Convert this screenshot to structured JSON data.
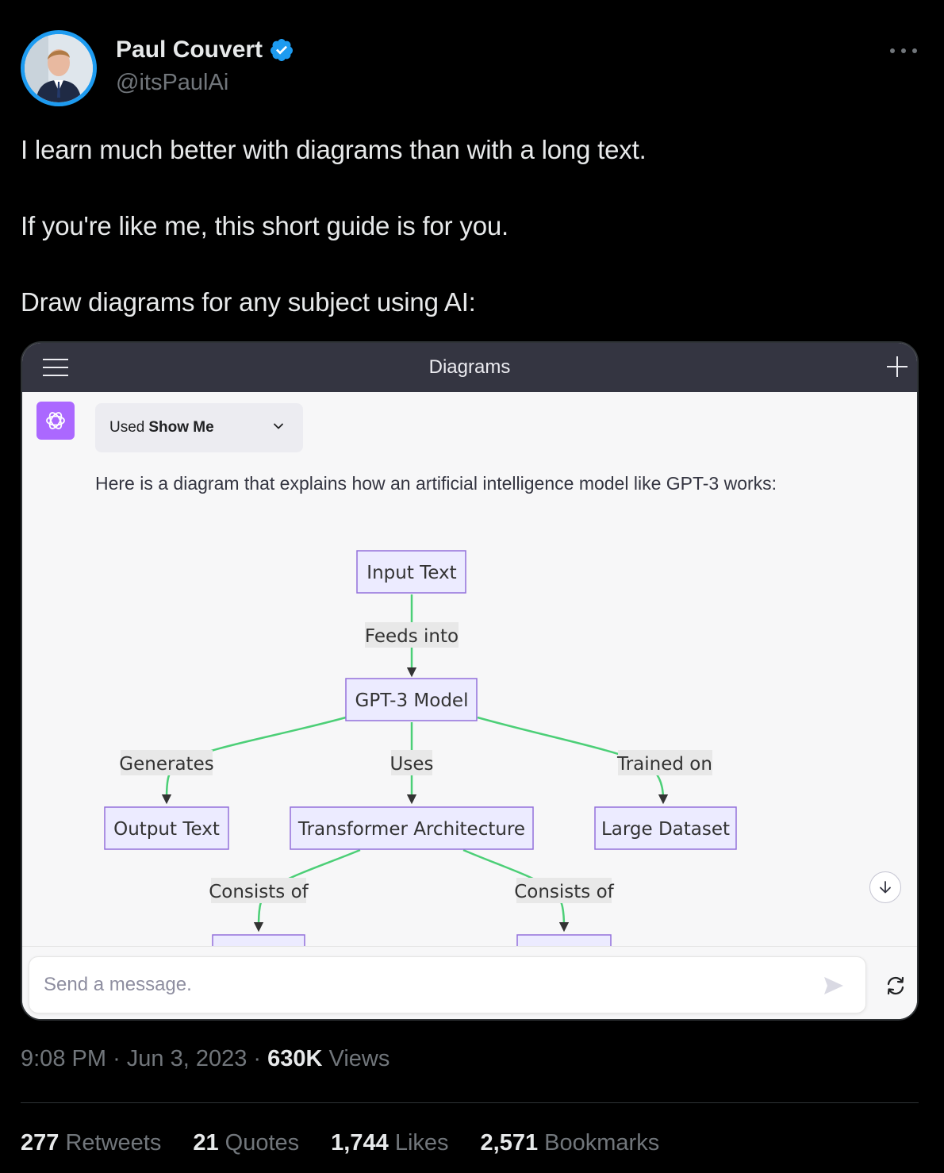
{
  "author": {
    "name": "Paul Couvert",
    "handle": "@itsPaulAi"
  },
  "tweet": {
    "lines": [
      "I learn much better with diagrams than with a long text.",
      "If you're like me, this short guide is for you.",
      "Draw diagrams for any subject using AI:"
    ]
  },
  "app": {
    "title": "Diagrams",
    "plugin_prefix": "Used",
    "plugin_name": "Show Me",
    "intro": "Here is a diagram that explains how an artificial intelligence model like GPT-3 works:",
    "input_placeholder": "Send a message."
  },
  "diagram": {
    "nodes": {
      "input": "Input Text",
      "model": "GPT-3 Model",
      "output": "Output Text",
      "transformer": "Transformer Architecture",
      "dataset": "Large Dataset"
    },
    "edges": {
      "feeds": "Feeds into",
      "generates": "Generates",
      "uses": "Uses",
      "trained": "Trained on",
      "consists_left": "Consists of",
      "consists_right": "Consists of"
    }
  },
  "meta": {
    "time": "9:08 PM",
    "date": "Jun 3, 2023",
    "views_count": "630K",
    "views_label": "Views"
  },
  "stats": {
    "retweets_count": "277",
    "retweets_label": "Retweets",
    "quotes_count": "21",
    "quotes_label": "Quotes",
    "likes_count": "1,744",
    "likes_label": "Likes",
    "bookmarks_count": "2,571",
    "bookmarks_label": "Bookmarks"
  },
  "colors": {
    "verified": "#1d9bf0",
    "edge": "#4ccf77",
    "node_fill": "#ecebff",
    "node_stroke": "#9370db"
  }
}
